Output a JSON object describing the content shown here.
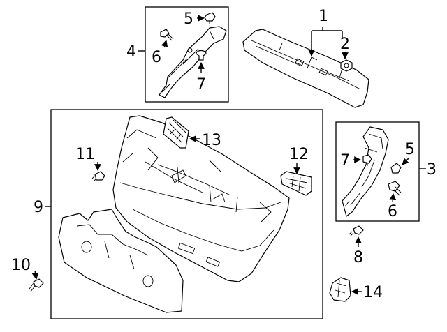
{
  "diagram": {
    "callouts": {
      "c1": "1",
      "c2": "2",
      "c3": "3",
      "c4": "4",
      "c5a": "5",
      "c5b": "5",
      "c6a": "6",
      "c6b": "6",
      "c7a": "7",
      "c7b": "7",
      "c8": "8",
      "c9": "9",
      "c10": "10",
      "c11": "11",
      "c12": "12",
      "c13": "13",
      "c14": "14"
    }
  }
}
